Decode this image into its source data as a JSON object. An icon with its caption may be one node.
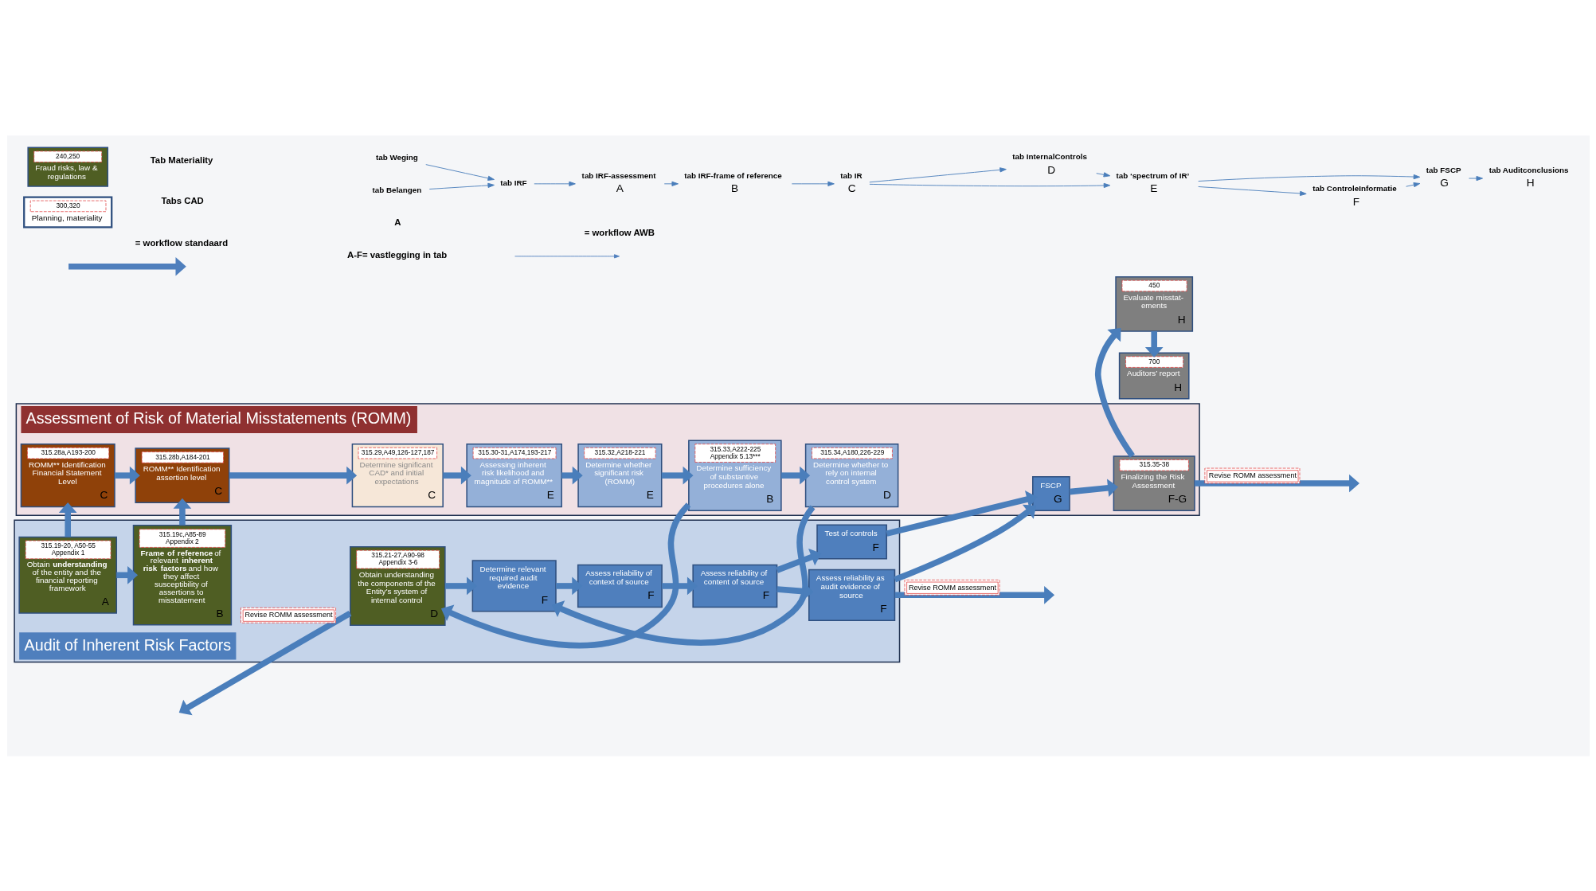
{
  "diagram": {
    "nodes": [
      {
        "text": [
          "Assessment of Risk of Material Misstatements (ROMM)"
        ]
      },
      {
        "text": [
          "315.28a,A193-200",
          "ROMM** Identification Financial Statement Level",
          "C"
        ],
        "in": 0
      },
      {
        "text": [
          "315.28b,A184-201",
          "ROMM** Identification assertion level",
          "C"
        ],
        "in": 0
      },
      {
        "text": [
          "315.29,A49,126-127,187",
          "Determine significant CAD* and initial expectations",
          "C"
        ],
        "in": 0
      },
      {
        "text": [
          "315.30-31,A174,193-217",
          "Assessing inherent risk likelihood and magnitude of ROMM**",
          "E"
        ],
        "in": 0
      },
      {
        "text": [
          "315.32,A218-221",
          "Determine whether significant risk (ROMM)",
          "E"
        ],
        "in": 0
      },
      {
        "text": [
          "315.33,A222-225 Appendix 5.13***",
          "Determine sufficiency of substantive procedures alone",
          "B"
        ],
        "in": 0
      },
      {
        "text": [
          "315.34,A180,226-229",
          "Determine whether to rely on internal control system",
          "D"
        ],
        "in": 0
      },
      {
        "text": [
          "FSCP",
          "G"
        ],
        "in": 0
      },
      {
        "text": [
          "315.35-38",
          "Finalizing the Risk Assessment",
          "F-G"
        ],
        "in": 0
      },
      {
        "text": [
          "Audit of Inherent Risk Factors"
        ]
      },
      {
        "text": [
          "315.19-20, A50-55 Appendix 1",
          "Obtain **understanding** of the entity and the financial reporting framework",
          "A"
        ],
        "in": 10
      },
      {
        "text": [
          "315.19c,A85-89 Appendix 2",
          "**Frame of reference** of relevant **inherent risk factors** and how they affect susceptibility of assertions to misstatement",
          "B"
        ],
        "in": 10
      },
      {
        "text": [
          "315.21-27,A90-98 Appendix 3-6",
          "Obtain understanding the components of the Entity’s system of internal control",
          "D"
        ],
        "in": 10
      },
      {
        "text": [
          "Determine relevant required audit evidence",
          "F"
        ],
        "in": 10
      },
      {
        "text": [
          "Assess reliability of context of source",
          "F"
        ],
        "in": 10
      },
      {
        "text": [
          "Assess reliability of content of source",
          "F"
        ],
        "in": 10
      },
      {
        "text": [
          "Test of controls",
          "F"
        ],
        "in": 10
      },
      {
        "text": [
          "Assess reliability as audit evidence of source",
          "F"
        ],
        "in": 10
      },
      {
        "text": [
          "450",
          "Evaluate misstat- ements",
          "H"
        ]
      },
      {
        "text": [
          "700",
          "Auditors’ report",
          "H"
        ]
      },
      {
        "text": [
          "240,250",
          "Fraud risks, law & regulations"
        ]
      },
      {
        "text": [
          "300,320",
          "Planning, materiality"
        ]
      },
      {
        "text": [
          "tab IRF-frame of reference"
        ],
        "beside": [
          "B"
        ]
      },
      {
        "text": [
          "tab IRF-assessment"
        ],
        "beside": [
          "A"
        ]
      },
      {
        "text": [
          "tab IRF"
        ]
      },
      {
        "text": [
          "tab Weging"
        ]
      },
      {
        "text": [
          "tab Belangen"
        ]
      },
      {
        "text": [
          "tab IR"
        ],
        "beside": [
          "C"
        ]
      },
      {
        "text": [
          "tab ‘spectrum of IR’"
        ],
        "beside": [
          "E"
        ]
      },
      {
        "text": [
          "tab InternalControls"
        ],
        "beside": [
          "D"
        ]
      },
      {
        "text": [
          "tab ControleInformatie"
        ],
        "beside": [
          "F"
        ]
      },
      {
        "text": [
          "tab FSCP"
        ],
        "beside": [
          "G"
        ]
      },
      {
        "text": [
          "tab Auditconclusions"
        ],
        "beside": [
          "H"
        ]
      }
    ],
    "edges": [
      {
        "from": 1,
        "to": 2,
        "arrow": "to"
      },
      {
        "from": 2,
        "to": 3,
        "arrow": "to"
      },
      {
        "from": 3,
        "to": 4,
        "arrow": "to"
      },
      {
        "from": 4,
        "to": 5,
        "arrow": "to"
      },
      {
        "from": 5,
        "to": 6,
        "arrow": "to"
      },
      {
        "from": 6,
        "to": 7,
        "arrow": "to"
      },
      {
        "from": 8,
        "to": 9,
        "arrow": "to"
      },
      {
        "from": 9,
        "to": null,
        "arrow": "to",
        "label": "Revise ROMM assessment"
      },
      {
        "from": 11,
        "to": 1,
        "arrow": "to"
      },
      {
        "from": 12,
        "to": 2,
        "arrow": "to"
      },
      {
        "from": 11,
        "to": 12,
        "arrow": "to"
      },
      {
        "from": 13,
        "to": null,
        "arrow": "to",
        "label": "Revise ROMM assessment"
      },
      {
        "from": 6,
        "to": 13,
        "arrow": "to"
      },
      {
        "from": 7,
        "to": 14,
        "arrow": "to"
      },
      {
        "from": 13,
        "to": 14,
        "arrow": "to"
      },
      {
        "from": 14,
        "to": 15,
        "arrow": "to"
      },
      {
        "from": 15,
        "to": 16,
        "arrow": "to"
      },
      {
        "from": 16,
        "to": 17,
        "arrow": "to"
      },
      {
        "from": 16,
        "to": 18,
        "arrow": "to"
      },
      {
        "from": 17,
        "to": 8,
        "arrow": "to"
      },
      {
        "from": 18,
        "to": 8,
        "arrow": "to"
      },
      {
        "from": 18,
        "to": null,
        "arrow": "to",
        "label": "Revise ROMM assessment"
      },
      {
        "from": 9,
        "to": 19,
        "arrow": "to"
      },
      {
        "from": 19,
        "to": 20,
        "arrow": "to"
      },
      {
        "from": 25,
        "to": 24,
        "arrow": "to"
      },
      {
        "from": 24,
        "to": 23,
        "arrow": "to"
      },
      {
        "from": 26,
        "to": 25,
        "arrow": "to"
      },
      {
        "from": 27,
        "to": 25,
        "arrow": "to"
      },
      {
        "from": 23,
        "to": 28,
        "arrow": "to"
      },
      {
        "from": 28,
        "to": 29,
        "arrow": "to"
      },
      {
        "from": 28,
        "to": 30,
        "arrow": "to"
      },
      {
        "from": 30,
        "to": 29,
        "arrow": "to"
      },
      {
        "from": 29,
        "to": 31,
        "arrow": "to"
      },
      {
        "from": 29,
        "to": 32,
        "arrow": "to"
      },
      {
        "from": 31,
        "to": 32,
        "arrow": "to"
      },
      {
        "from": 32,
        "to": 33,
        "arrow": "to"
      }
    ],
    "labels": [
      "Tab Materiality",
      "Tabs CAD",
      "A",
      "A-F= vastlegging in tab"
    ],
    "legend": [
      {
        "text": "= workflow standaard"
      },
      {
        "text": "= workflow AWB"
      }
    ]
  }
}
